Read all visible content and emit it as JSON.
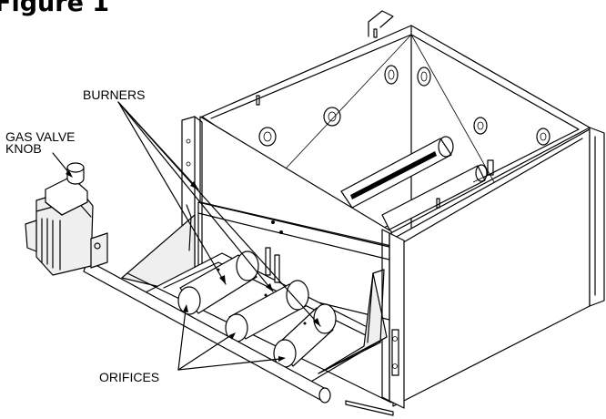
{
  "figure": {
    "title": "Figure 1",
    "labels": {
      "burners": "BURNERS",
      "gas_valve_line1": "GAS VALVE",
      "gas_valve_line2": "KNOB",
      "orifices": "ORIFICES"
    }
  }
}
